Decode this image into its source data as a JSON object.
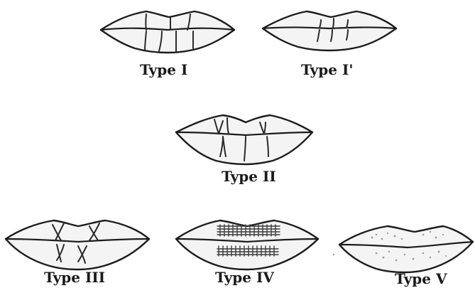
{
  "labels": {
    "type_i": "Type I",
    "type_i_prime": "Type I'",
    "type_ii": "Type II",
    "type_iii": "Type III",
    "type_iv": "Type IV",
    "type_v": "Type V"
  },
  "colors": {
    "ink": "#1c1c1c",
    "lip_fill": "#f4f4f4",
    "background": "#ffffff"
  }
}
